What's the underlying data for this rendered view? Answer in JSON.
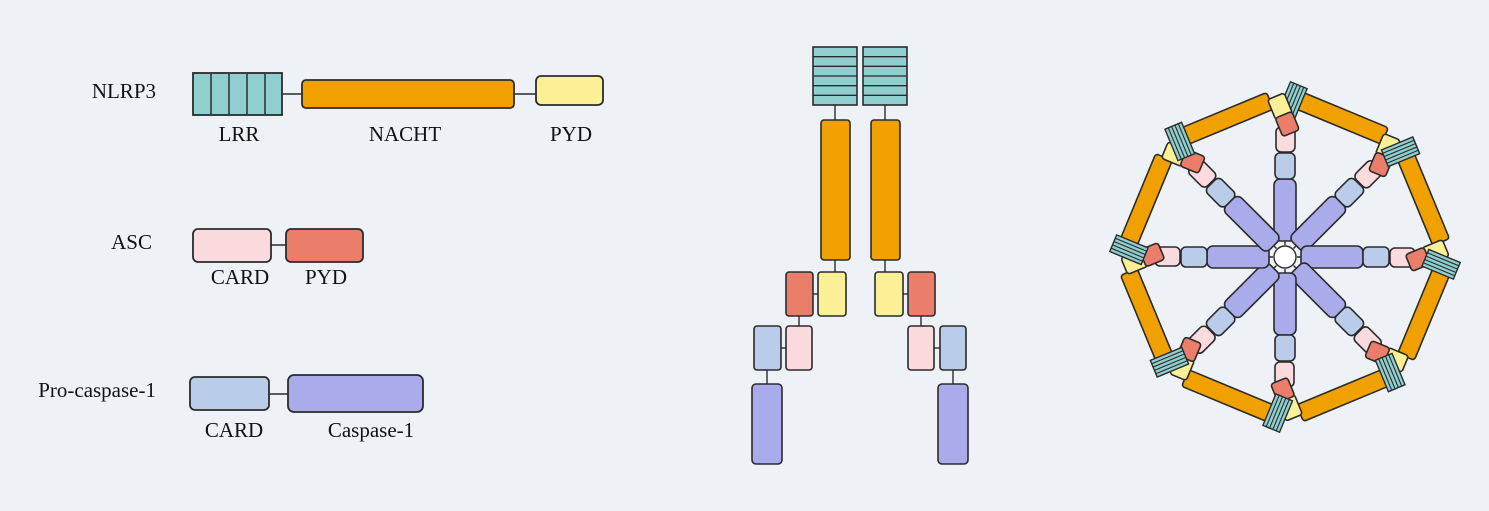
{
  "colors": {
    "background": "#eef2f6",
    "LRR": "#8fcfcf",
    "NACHT": "#f0a100",
    "NLRP3_PYD": "#fbf096",
    "ASC_CARD": "#fbdbdd",
    "ASC_PYD": "#ea7e6a",
    "Casp_CARD": "#b9cdea",
    "Caspase1": "#aaabeb",
    "outline": "#2b2b2b"
  },
  "proteins": [
    {
      "name": "NLRP3",
      "domains": [
        "LRR",
        "NACHT",
        "PYD"
      ]
    },
    {
      "name": "ASC",
      "domains": [
        "CARD",
        "PYD"
      ]
    },
    {
      "name": "Pro-caspase-1",
      "domains": [
        "CARD",
        "Caspase-1"
      ]
    }
  ]
}
